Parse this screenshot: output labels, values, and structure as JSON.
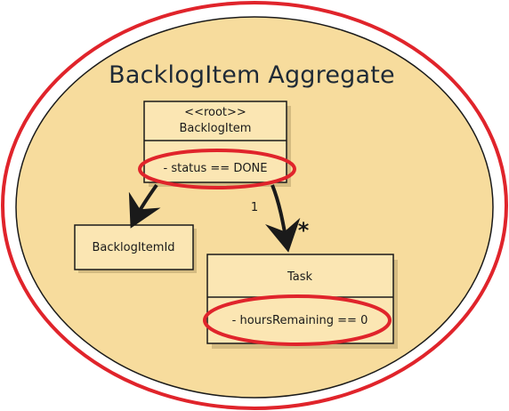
{
  "diagram": {
    "title": "BacklogItem Aggregate",
    "root_class": {
      "stereotype": "<<root>>",
      "name": "BacklogItem",
      "attribute": "- status == DONE"
    },
    "id_class": {
      "name": "BacklogItemId"
    },
    "task_class": {
      "name": "Task",
      "attribute": "- hoursRemaining == 0"
    },
    "association": {
      "source_multiplicity": "1",
      "target_multiplicity": "*"
    },
    "colors": {
      "aggregate_fill": "#f7dc9d",
      "box_fill": "#fbe6b3",
      "highlight_red": "#e0242b",
      "outline": "#1a1a1a",
      "title_text": "#1f2a36"
    }
  }
}
